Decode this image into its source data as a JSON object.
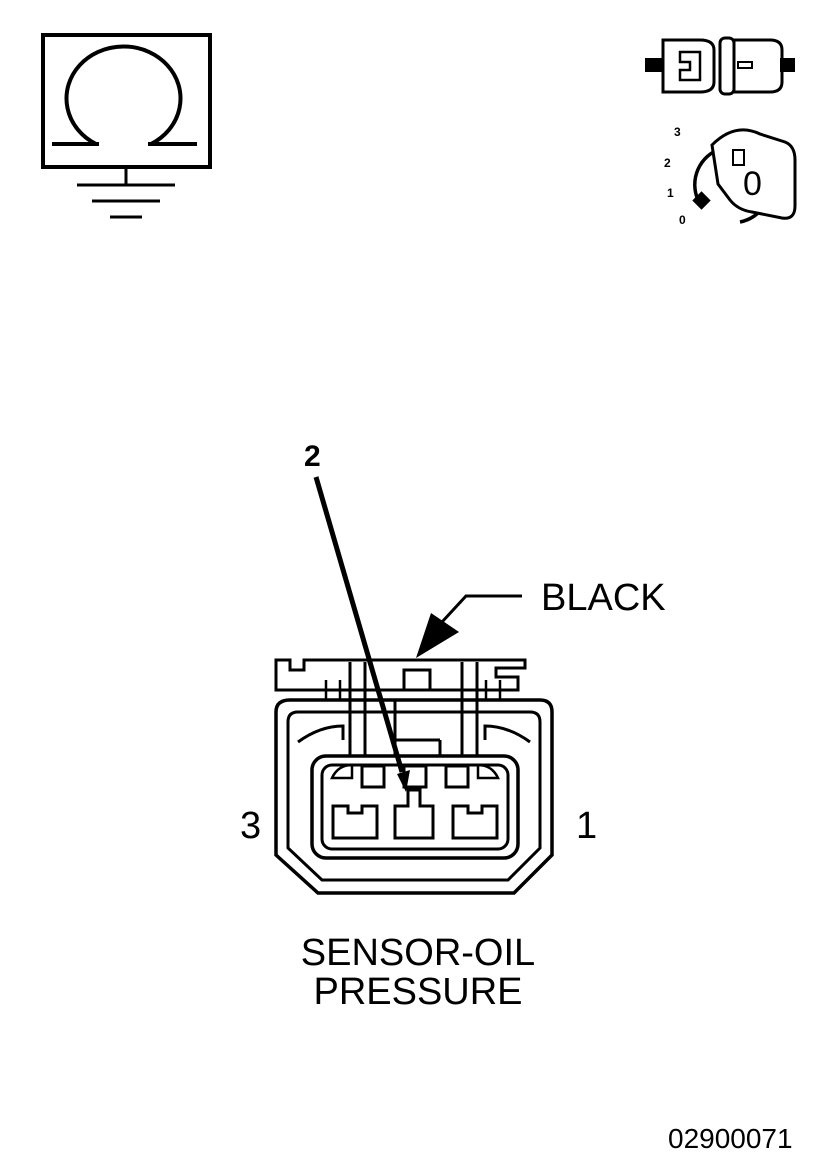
{
  "symbols": {
    "ohmmeter": "ohm-meter-ground-icon",
    "connector_unplugged": "connector-unplugged-icon",
    "ignition_key": "ignition-key-icon"
  },
  "ignition": {
    "positions": [
      "3",
      "2",
      "1",
      "0"
    ],
    "key_position": "0"
  },
  "connector": {
    "color_label": "BLACK",
    "pin_callout": "2",
    "pin_left": "3",
    "pin_right": "1",
    "name_line1": "SENSOR-OIL",
    "name_line2": "PRESSURE"
  },
  "figure_id": "02900071",
  "colors": {
    "ink": "#000000",
    "paper": "#ffffff"
  }
}
